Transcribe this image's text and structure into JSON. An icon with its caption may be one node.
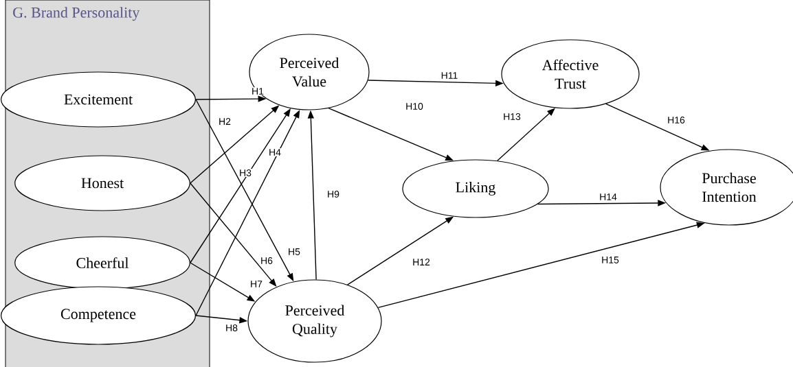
{
  "diagram": {
    "nodes": [
      {
        "text": [
          "G. Brand Personality"
        ]
      },
      {
        "text": [
          "Excitement"
        ],
        "in": 0
      },
      {
        "text": [
          "Honest"
        ],
        "in": 0
      },
      {
        "text": [
          "Cheerful"
        ],
        "in": 0
      },
      {
        "text": [
          "Competence"
        ],
        "in": 0
      },
      {
        "text": [
          "Perceived Value"
        ]
      },
      {
        "text": [
          "Perceived Quality"
        ]
      },
      {
        "text": [
          "Affective Trust"
        ]
      },
      {
        "text": [
          "Liking"
        ]
      },
      {
        "text": [
          "Purchase Intention"
        ]
      }
    ],
    "edges": [
      {
        "from": 1,
        "to": 5,
        "arrow": "to",
        "label": "H1"
      },
      {
        "from": 2,
        "to": 5,
        "arrow": "to",
        "label": "H2"
      },
      {
        "from": 3,
        "to": 5,
        "arrow": "to",
        "label": "H3"
      },
      {
        "from": 4,
        "to": 5,
        "arrow": "to",
        "label": "H4"
      },
      {
        "from": 1,
        "to": 6,
        "arrow": "to",
        "label": "H5"
      },
      {
        "from": 2,
        "to": 6,
        "arrow": "to",
        "label": "H6"
      },
      {
        "from": 3,
        "to": 6,
        "arrow": "to",
        "label": "H7"
      },
      {
        "from": 4,
        "to": 6,
        "arrow": "to",
        "label": "H8"
      },
      {
        "from": 6,
        "to": 5,
        "arrow": "to",
        "label": "H9"
      },
      {
        "from": 5,
        "to": 8,
        "arrow": "to",
        "label": "H10"
      },
      {
        "from": 5,
        "to": 7,
        "arrow": "to",
        "label": "H11"
      },
      {
        "from": 6,
        "to": 8,
        "arrow": "to",
        "label": "H12"
      },
      {
        "from": 8,
        "to": 7,
        "arrow": "to",
        "label": "H13"
      },
      {
        "from": 8,
        "to": 9,
        "arrow": "to",
        "label": "H14"
      },
      {
        "from": 6,
        "to": 9,
        "arrow": "to",
        "label": "H15"
      },
      {
        "from": 7,
        "to": 9,
        "arrow": "to",
        "label": "H16"
      }
    ]
  }
}
